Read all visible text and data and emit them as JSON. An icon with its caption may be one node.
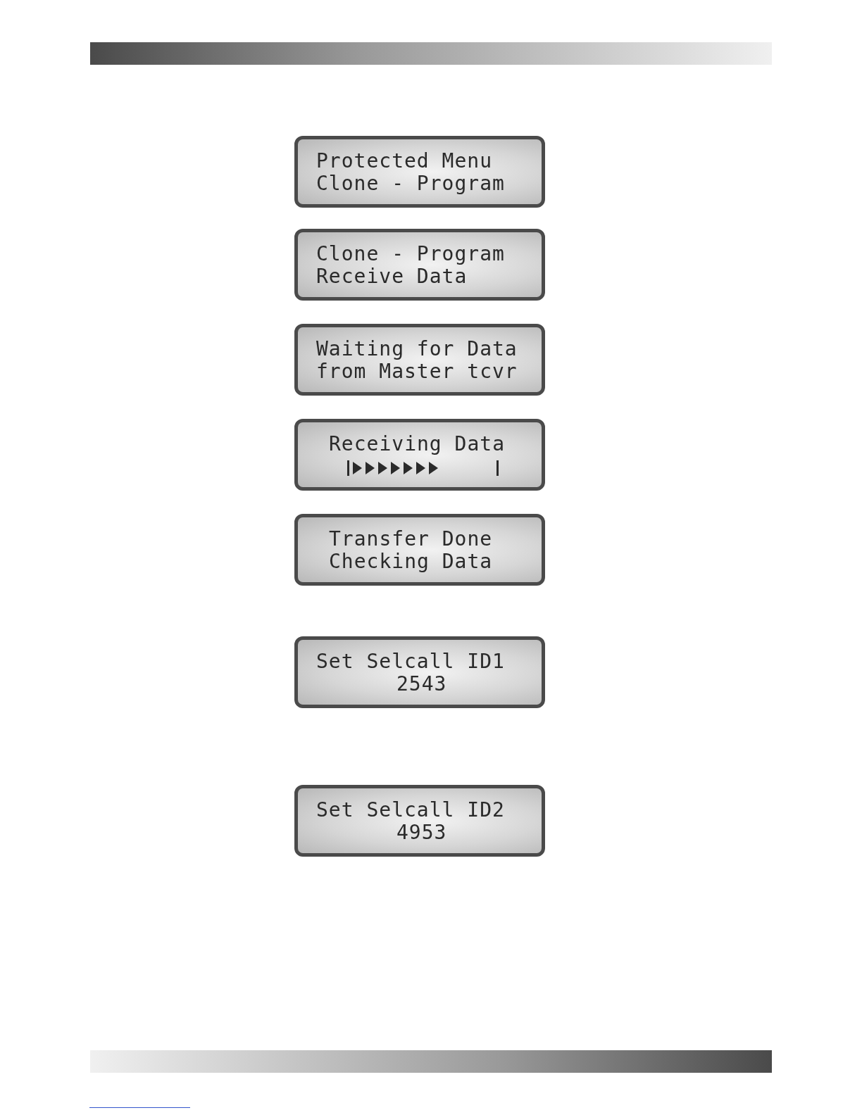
{
  "diagram": {
    "nodes": [
      {
        "text": [
          "Protected Menu",
          "Clone - Program"
        ]
      },
      {
        "text": [
          "Clone - Program",
          "Receive Data"
        ]
      },
      {
        "text": [
          "Waiting for Data",
          "from Master tcvr"
        ]
      },
      {
        "text": [
          "Receiving Data"
        ]
      },
      {
        "text": [
          "Transfer Done",
          "Checking Data"
        ]
      },
      {
        "text": [
          "Set Selcall ID1",
          "2543"
        ]
      },
      {
        "text": [
          "Set Selcall ID2",
          "4953"
        ]
      }
    ]
  }
}
